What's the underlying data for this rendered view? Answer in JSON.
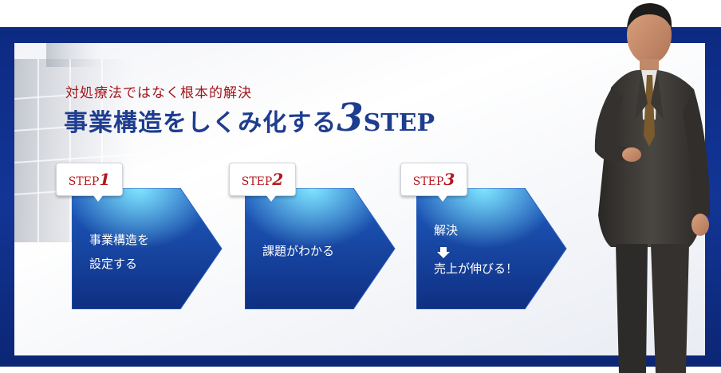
{
  "header": {
    "subtitle": "対処療法ではなく根本的解決",
    "title_main": "事業構造をしくみ化する",
    "title_number": "3",
    "title_suffix": "STEP"
  },
  "steps": [
    {
      "label": "STEP",
      "number": "1",
      "lines": [
        "事業構造を",
        "設定する"
      ]
    },
    {
      "label": "STEP",
      "number": "2",
      "lines": [
        "課題がわかる"
      ]
    },
    {
      "label": "STEP",
      "number": "3",
      "lines": [
        "解決",
        "売上が伸びる！"
      ]
    }
  ],
  "icons": {
    "step3_arrow": "down-arrow-icon"
  },
  "colors": {
    "frame": "#123596",
    "accent_red": "#a1151b",
    "title_blue": "#1e3d8f",
    "arrow_blue": "#1f4fa8"
  }
}
